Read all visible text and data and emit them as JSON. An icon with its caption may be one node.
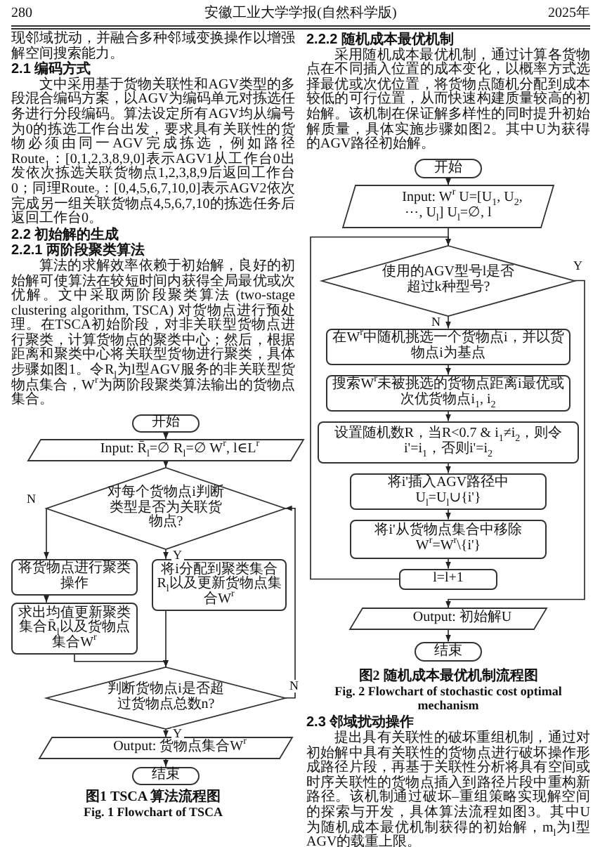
{
  "diagram": {
    "nodes": [
      {
        "text": [
          "开始"
        ]
      },
      {
        "text": [
          "Input: R̄$_{l}$=∅ R$_{l}$=∅ W$^{r}$, l∈L$^{r}$"
        ]
      },
      {
        "text": [
          "对每个货物点i判断类型是否为关联货物点?"
        ]
      },
      {
        "text": [
          "将货物点进行聚类操作"
        ]
      },
      {
        "text": [
          "求出均值更新聚类集合R̄$_{l}$以及货物点集合W$^{r}$"
        ]
      },
      {
        "text": [
          "将i分配到聚类集合R$_{l}$以及更新货物点集合W$^{r}$"
        ]
      },
      {
        "text": [
          "判断货物点i是否超过货物点总数n?"
        ]
      },
      {
        "text": [
          "Output: 货物点集合W$^{r}$"
        ]
      },
      {
        "text": [
          "结束"
        ]
      },
      {
        "text": [
          "开始"
        ]
      },
      {
        "text": [
          "Input: W$^{r}$ U=[U$_{1}$, U$_{2}$, ⋯, U$_{l}$] U$_{l}$=∅, l"
        ]
      },
      {
        "text": [
          "使用的AGV型号l是否超过k种型号?"
        ]
      },
      {
        "text": [
          "在W$^{r}$中随机挑选一个货物点i，并以货物点i为基点"
        ]
      },
      {
        "text": [
          "搜索W$^{r}$未被挑选的货物点距离i最优或次优货物点i$_{1}$, i$_{2}$"
        ]
      },
      {
        "text": [
          "设置随机数R，当R<0.7 & i$_{1}$≠i$_{2}$，则令i'=i$_{1}$，否则i'=i$_{2}$"
        ]
      },
      {
        "text": [
          "将i'插入AGV路径中 U$_{l}$=U$_{l}$∪{i'}"
        ]
      },
      {
        "text": [
          "将i'从货物点集合中移除 W$^{r}$=W$^{r}$\\{i'}"
        ]
      },
      {
        "text": [
          "l=l+1"
        ]
      },
      {
        "text": [
          "Output: 初始解U"
        ]
      },
      {
        "text": [
          "结束"
        ]
      }
    ],
    "edges": [
      {
        "from": 0,
        "to": 1,
        "arrow": "to"
      },
      {
        "from": 1,
        "to": 2,
        "arrow": "to"
      },
      {
        "from": 2,
        "to": 3,
        "arrow": "to",
        "label": "N"
      },
      {
        "from": 3,
        "to": 4,
        "arrow": "to"
      },
      {
        "from": 2,
        "to": 5,
        "arrow": "to",
        "label": "Y"
      },
      {
        "from": 4,
        "to": 6,
        "arrow": "to"
      },
      {
        "from": 5,
        "to": 6,
        "arrow": "to"
      },
      {
        "from": 6,
        "to": 2,
        "arrow": "to",
        "label": "N"
      },
      {
        "from": 6,
        "to": 7,
        "arrow": "to",
        "label": "Y"
      },
      {
        "from": 7,
        "to": 8,
        "arrow": "to"
      },
      {
        "from": 9,
        "to": 10,
        "arrow": "to"
      },
      {
        "from": 10,
        "to": 11,
        "arrow": "to"
      },
      {
        "from": 11,
        "to": 12,
        "arrow": "to",
        "label": "N"
      },
      {
        "from": 12,
        "to": 13,
        "arrow": "to"
      },
      {
        "from": 13,
        "to": 14,
        "arrow": "to"
      },
      {
        "from": 14,
        "to": 15,
        "arrow": "to"
      },
      {
        "from": 15,
        "to": 16,
        "arrow": "to"
      },
      {
        "from": 16,
        "to": 17,
        "arrow": "to"
      },
      {
        "from": 17,
        "to": 11,
        "arrow": "to"
      },
      {
        "from": 11,
        "to": 18,
        "arrow": "to",
        "label": "Y"
      },
      {
        "from": 18,
        "to": 19,
        "arrow": "to"
      }
    ],
    "labels": [
      "280",
      "安徽工业大学学报(自然科学版)",
      "2025年",
      "现邻域扰动，并融合多种邻域变换操作以增强解空间搜索能力。",
      "2.1 编码方式",
      "文中采用基于货物关联性和AGV类型的多段混合编码方案，以AGV为编码单元对拣选任务进行分段编码。算法设定所有AGV均从编号为0的拣选工作台出发，要求具有关联性的货物必须由同一AGV完成拣选，例如路径Route$_{1}$：[0,1,2,3,8,9,0]表示AGV1从工作台0出发依次拣选关联货物点1,2,3,8,9后返回工作台0；同理Route$_{2}$：[0,4,5,6,7,10,0]表示AGV2依次完成另一组关联货物点4,5,6,7,10的拣选任务后返回工作台0。",
      "2.2 初始解的生成",
      "2.2.1 两阶段聚类算法",
      "算法的求解效率依赖于初始解，良好的初始解可使算法在较短时间内获得全局最优或次优解。文中采取两阶段聚类算法 (two-stage clustering algorithm, TSCA) 对货物点进行预处理。在TSCA初始阶段，对非关联型货物点进行聚类，计算货物点的聚类中心；然后，根据距离和聚类中心将关联型货物进行聚类，具体步骤如图1。令R$_{l}$为l型AGV服务的非关联型货物点集合，W$^{r}$为两阶段聚类算法输出的货物点集合。",
      "图1 TSCA 算法流程图",
      "Fig. 1 Flowchart of TSCA",
      "2.2.2 随机成本最优机制",
      "采用随机成本最优机制，通过计算各货物点在不同插入位置的成本变化，以概率方式选择最优或次优位置，将货物点随机分配到成本较低的可行位置，从而快速构建质量较高的初始解。该机制在保证解多样性的同时提升初始解质量，具体实施步骤如图2。其中U为获得的AGV路径初始解。",
      "图2 随机成本最优机制流程图",
      "Fig. 2 Flowchart of stochastic cost optimal mechanism",
      "2.3 邻域扰动操作",
      "提出具有关联性的破坏重组机制，通过对初始解中具有关联性的货物点进行破坏操作形成路径片段，再基于关联性分析将具有空间或时序关联性的货物点插入到路径片段中重构新路径。该机制通过破坏–重组策略实现解空间的探索与开发，具体算法流程如图3。其中U为随机成本最优机制获得的初始解，m$_{l}$为l型AGV的载重上限。"
    ]
  }
}
